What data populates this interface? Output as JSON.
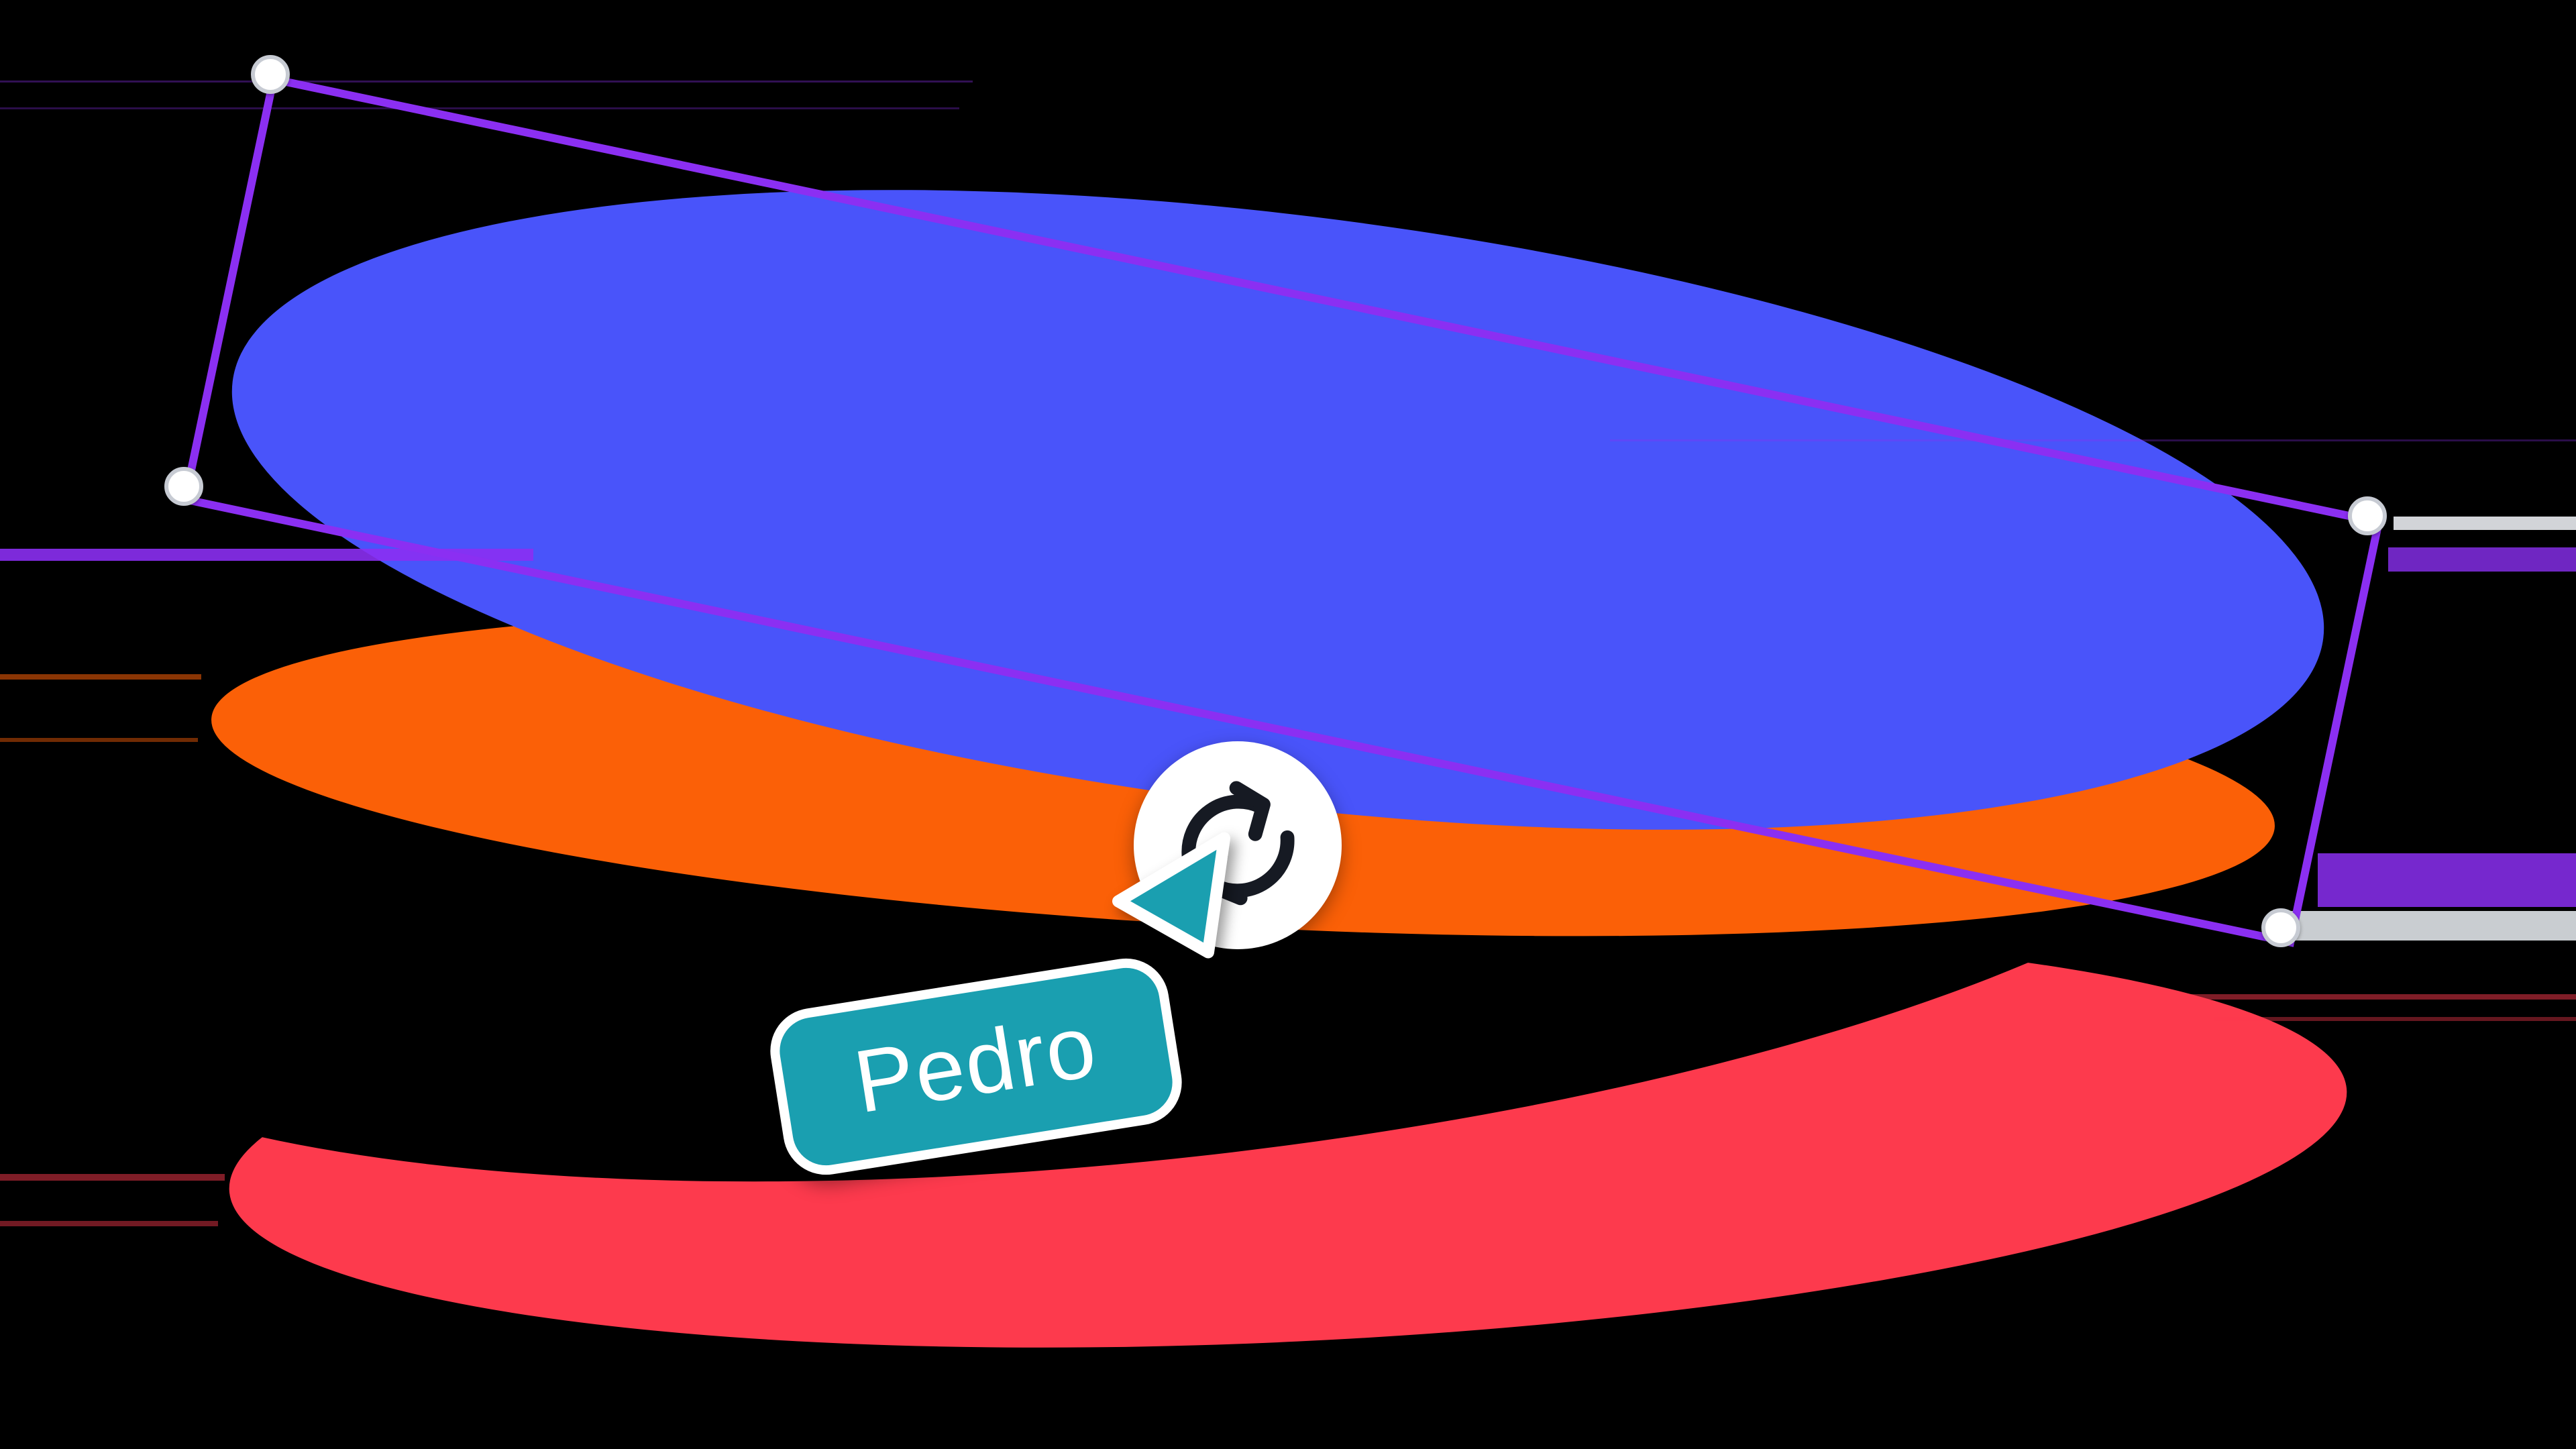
{
  "scene": {
    "description": "design-canvas illustration with collaborative rotate cursor",
    "background": "#000000"
  },
  "collaborator": {
    "name": "Pedro",
    "cursor_color": "#1A9FB0",
    "action": "rotate"
  },
  "selection": {
    "shape_selected": "blue-ellipse",
    "rotation_deg": 11.88,
    "handles": [
      "top-left",
      "top-right",
      "bottom-right",
      "bottom-left"
    ],
    "handle_count": 4
  },
  "shapes": [
    {
      "name": "blue-ellipse",
      "color": "#4954FA"
    },
    {
      "name": "orange-ellipse",
      "color": "#FB6007"
    },
    {
      "name": "black-ellipse",
      "color": "#000000"
    },
    {
      "name": "red-ellipse",
      "color": "#FD3A4D"
    }
  ],
  "icons": [
    {
      "name": "rotate-icon",
      "color": "#161A23"
    },
    {
      "name": "cursor-icon",
      "color": "#1A9FB0"
    }
  ],
  "colors": {
    "background": "#000000",
    "blue": "#4954FA",
    "orange": "#FB6007",
    "red": "#FD3A4D",
    "purple": "#8B2FF2",
    "teal": "#1A9FB0",
    "handle-fill": "#FFFFFF",
    "handle-border": "#C7CBD3",
    "icon-stroke": "#161A23",
    "gray-streak": "#C9CDD1",
    "white-streak": "#E9EBEF"
  }
}
